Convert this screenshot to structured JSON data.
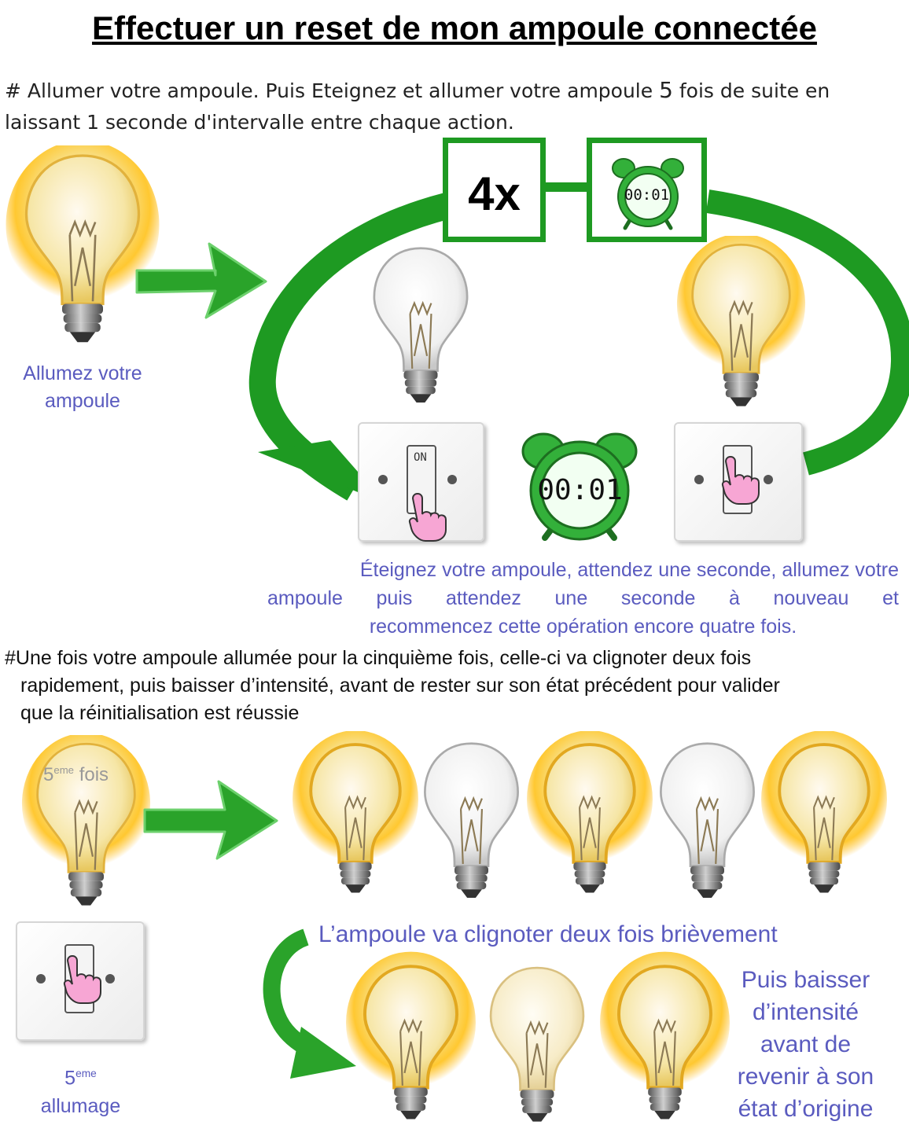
{
  "title": "Effectuer un reset de mon ampoule connectée",
  "instruction1": {
    "line1_before": "# Allumer votre ampoule. Puis Eteignez et allumer votre ampoule ",
    "line1_count": "5",
    "line1_after": " fois de suite en",
    "line2": "laissant 1 seconde d'intervalle entre chaque action."
  },
  "badge_repeat": "4x",
  "clock_time": "00:01",
  "switch_on_label": "ON",
  "caption_turn_on": {
    "line1": "Allumez votre",
    "line2": "ampoule"
  },
  "cycle_caption": {
    "line1": "Éteignez votre ampoule, attendez une seconde, allumez votre",
    "line2_words": [
      "ampoule",
      "puis",
      "attendez",
      "une",
      "seconde",
      "à",
      "nouveau",
      "et"
    ],
    "line3": "recommencez cette opération encore quatre fois."
  },
  "instruction2": {
    "line1": "#Une fois votre ampoule allumée pour la cinquième fois, celle-ci va clignoter deux fois",
    "line2": "rapidement, puis baisser d’intensité, avant de rester sur son état précédent pour valider",
    "line3": "que la réinitialisation est réussie"
  },
  "fifth_time_label": {
    "number": "5",
    "sup": "eme",
    "word": "fois"
  },
  "fifth_switch_caption": {
    "number": "5",
    "sup": "eme",
    "word": "allumage"
  },
  "blink_caption": "L’ampoule va clignoter deux fois brièvement",
  "dim_caption": {
    "line1": "Puis baisser",
    "line2": "d’intensité",
    "line3": "avant de",
    "line4": "revenir à son",
    "line5": "état d’origine"
  },
  "colors": {
    "green": "#1e9a22",
    "caption_blue": "#5a5bbf",
    "bulb_glow": "#ffc21a"
  },
  "icons": [
    "light-bulb-on-icon",
    "light-bulb-off-icon",
    "arrow-right-icon",
    "alarm-clock-icon",
    "wall-switch-icon",
    "hand-pointer-icon",
    "curved-arrow-icon"
  ]
}
